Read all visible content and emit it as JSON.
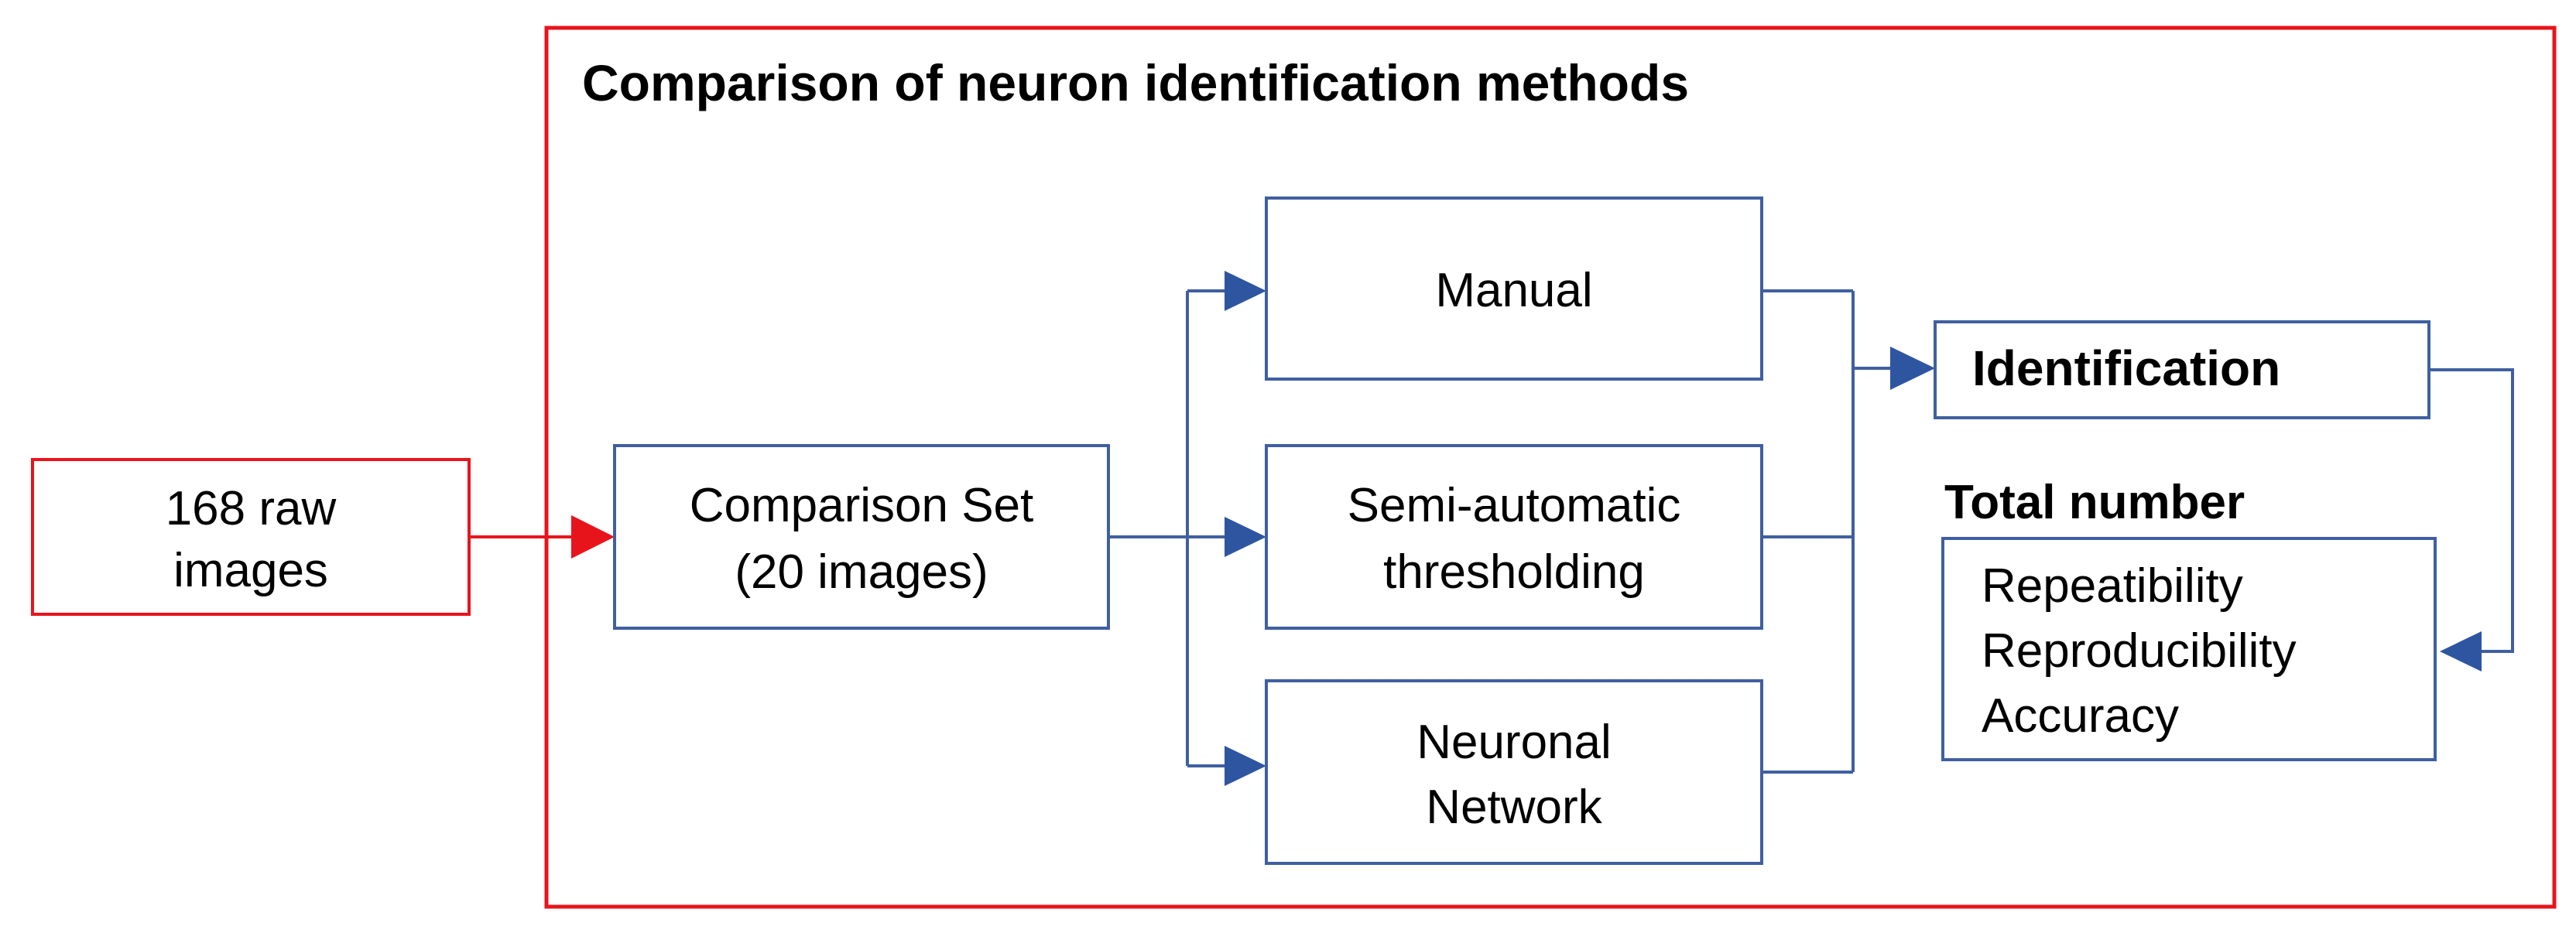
{
  "title": "Comparison of neuron identification methods",
  "source": {
    "lines": [
      "168 raw",
      "images"
    ]
  },
  "comparison_set": {
    "lines": [
      "Comparison Set",
      "(20 images)"
    ]
  },
  "methods": [
    {
      "lines": [
        "Manual"
      ]
    },
    {
      "lines": [
        "Semi-automatic",
        "thresholding"
      ]
    },
    {
      "lines": [
        "Neuronal",
        "Network"
      ]
    }
  ],
  "identification": {
    "label": "Identification"
  },
  "total_number": {
    "label": "Total number"
  },
  "metrics": [
    "Repeatibility",
    "Reproducibility",
    "Accuracy"
  ],
  "colors": {
    "red": "#e8141c",
    "blue": "#3f5fa0",
    "arrow_blue": "#2e56a0",
    "text": "#000000"
  }
}
